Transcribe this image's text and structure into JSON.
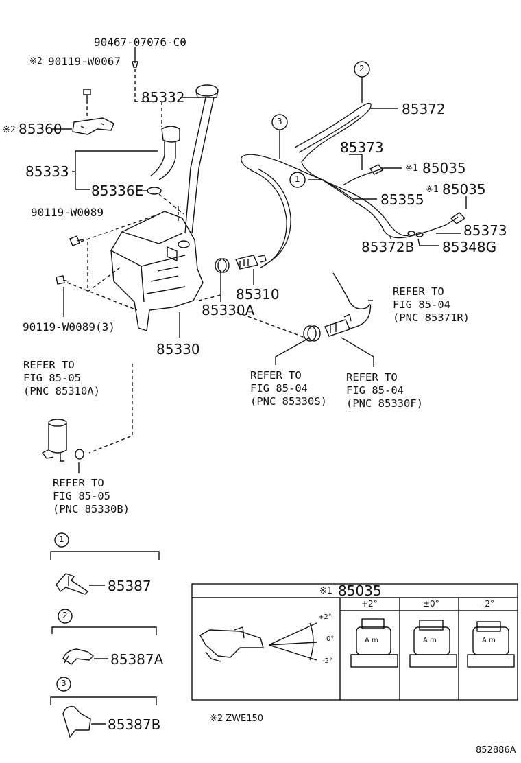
{
  "callouts": {
    "p90467": "90467-07076-C0",
    "p90119_w0067": "90119-W0067",
    "p85332": "85332",
    "p85360": "85360",
    "p85333": "85333",
    "p85336e": "85336E",
    "p90119_w0089": "90119-W0089",
    "p90119_w0089_3": "90119-W0089(3)",
    "p85330": "85330",
    "p85330a": "85330A",
    "p85310": "85310",
    "p85372": "85372",
    "p85373_top": "85373",
    "p85035_a": "85035",
    "p85035_b": "85035",
    "p85355": "85355",
    "p85373_b": "85373",
    "p85372b": "85372B",
    "p85348g": "85348G",
    "p85387": "85387",
    "p85387a": "85387A",
    "p85387b": "85387B"
  },
  "marks": {
    "note1": "※1",
    "note2": "※2"
  },
  "circle_refs": [
    "1",
    "2",
    "3"
  ],
  "refers": {
    "r85371r": "REFER TO\nFIG 85-04\n(PNC 85371R)",
    "r85310a": "REFER TO\nFIG 85-05\n(PNC 85310A)",
    "r85330s": "REFER TO\nFIG 85-04\n(PNC 85330S)",
    "r85330f": "REFER TO\nFIG 85-04\n(PNC 85330F)",
    "r85330b": "REFER TO\nFIG 85-05\n(PNC 85330B)"
  },
  "table": {
    "header_mark": "※1",
    "header_part": "85035",
    "columns": [
      "+2°",
      "±0°",
      "-2°"
    ],
    "angle_labels": [
      "+2°",
      "0°",
      "-2°"
    ],
    "gauge_text": "A m"
  },
  "footnote": "※2 ZWE150",
  "figure_id": "852886A",
  "colors": {
    "line": "#111111",
    "background": "#ffffff"
  }
}
